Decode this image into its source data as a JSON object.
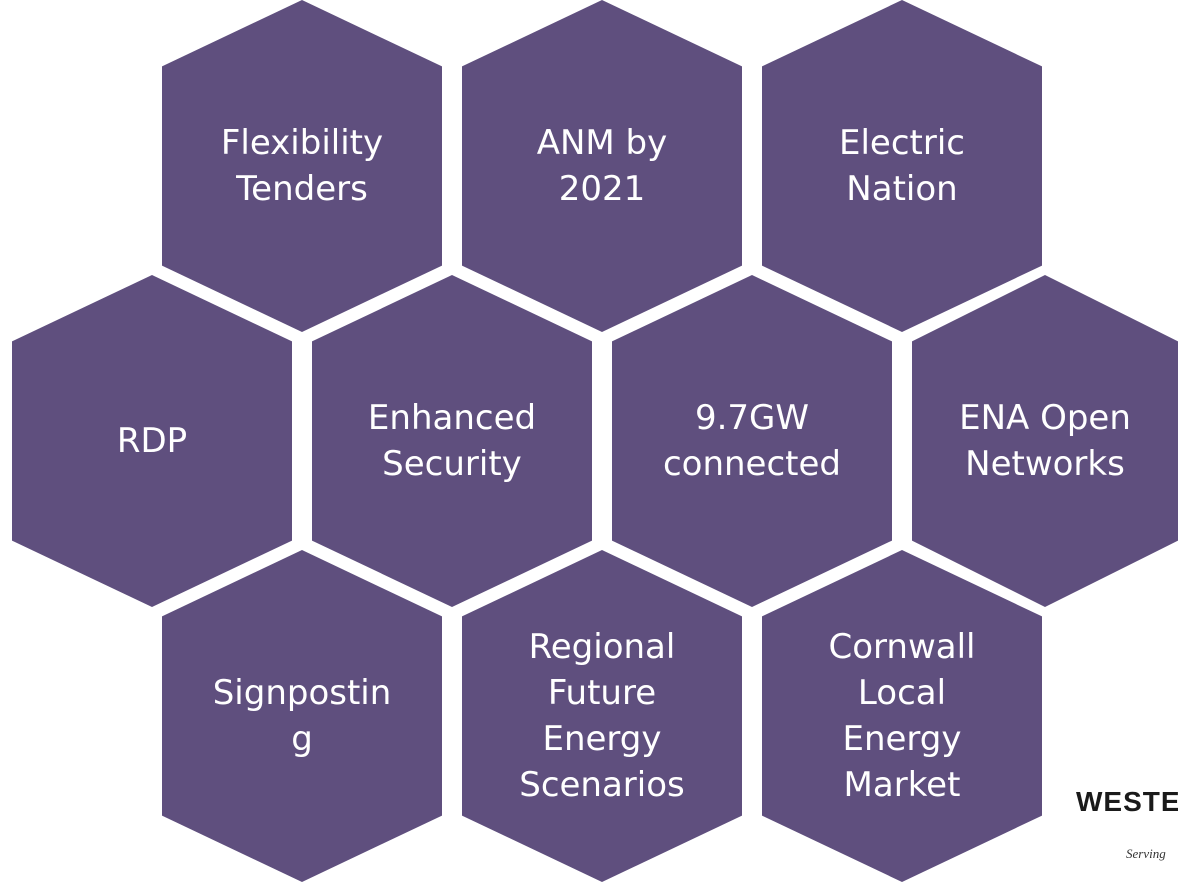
{
  "colors": {
    "hex_fill": "#5f4f7e",
    "background": "#ffffff",
    "text": "#ffffff"
  },
  "hexagons": [
    {
      "label": "Flexibility\nTenders"
    },
    {
      "label": "ANM by\n2021"
    },
    {
      "label": "Electric\nNation"
    },
    {
      "label": "RDP"
    },
    {
      "label": "Enhanced\nSecurity"
    },
    {
      "label": "9.7GW\nconnected"
    },
    {
      "label": "ENA Open\nNetworks"
    },
    {
      "label": "Signpostin\ng"
    },
    {
      "label": "Regional\nFuture\nEnergy\nScenarios"
    },
    {
      "label": "Cornwall\nLocal\nEnergy\nMarket"
    }
  ],
  "logo": {
    "text": "WESTE",
    "tagline": "Serving"
  }
}
